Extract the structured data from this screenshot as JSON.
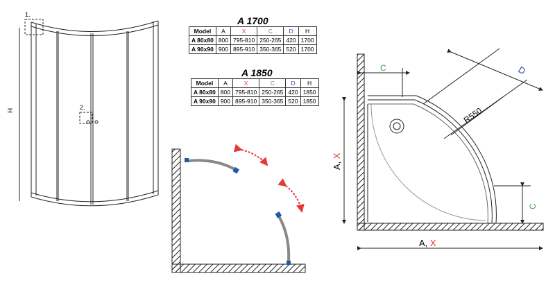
{
  "front_view": {
    "callout1": "1.",
    "callout2": "2.",
    "height_label": "H"
  },
  "tables": [
    {
      "title": "A 1700",
      "headers": [
        "Model",
        "A",
        "X",
        "C",
        "D",
        "H"
      ],
      "rows": [
        [
          "A 80x80",
          "800",
          "795-810",
          "250-265",
          "420",
          "1700"
        ],
        [
          "A 90x90",
          "900",
          "895-910",
          "350-365",
          "520",
          "1700"
        ]
      ]
    },
    {
      "title": "A 1850",
      "headers": [
        "Model",
        "A",
        "X",
        "C",
        "D",
        "H"
      ],
      "rows": [
        [
          "A 80x80",
          "800",
          "795-810",
          "250-265",
          "420",
          "1850"
        ],
        [
          "A 90x90",
          "900",
          "895-910",
          "350-365",
          "520",
          "1850"
        ]
      ]
    }
  ],
  "plan": {
    "dim_c_top": "C",
    "dim_d": "D",
    "radius": "R550",
    "dim_ax_vertical_a": "A,",
    "dim_ax_vertical_x": "X",
    "dim_ax_horizontal_a": "A,",
    "dim_ax_horizontal_x": "X",
    "dim_c_right": "C"
  },
  "colors": {
    "x": "#e53935",
    "c": "#43a047",
    "d": "#3949ab",
    "arrow": "#e53935"
  }
}
